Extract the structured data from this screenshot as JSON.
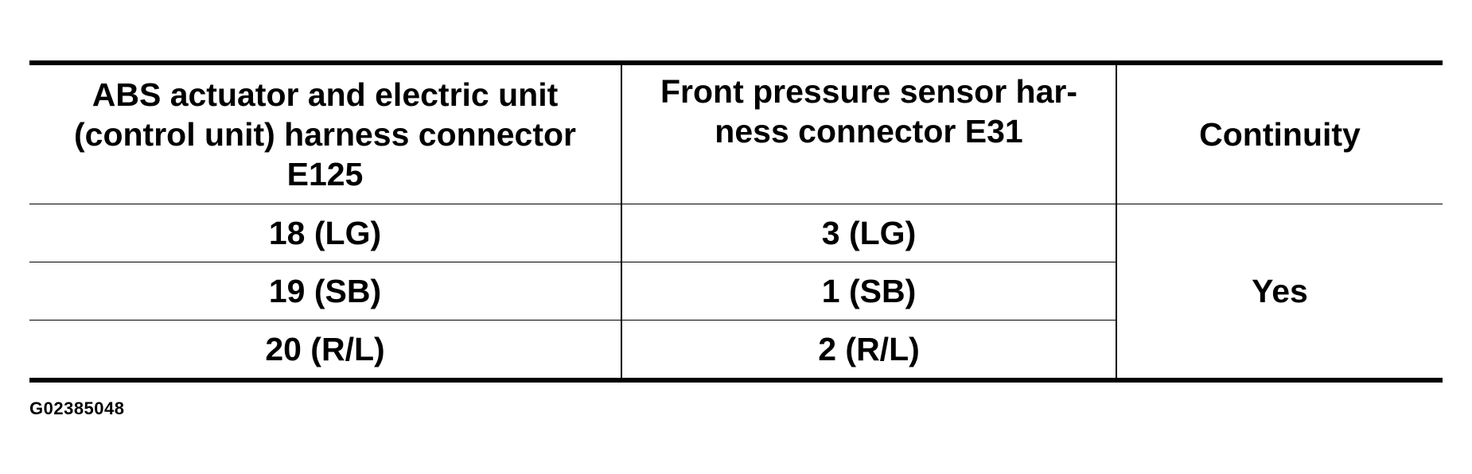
{
  "table": {
    "headers": [
      "ABS actuator and electric unit (control unit) harness connector E125",
      "Front pressure sensor har-ness connector E31",
      "Continuity"
    ],
    "header_lines": {
      "col1": [
        "ABS actuator and electric unit",
        "(control unit) harness connector",
        "E125"
      ],
      "col2": [
        "Front pressure sensor har-",
        "ness connector E31"
      ]
    },
    "rows": [
      {
        "e125": "18 (LG)",
        "e31": "3 (LG)"
      },
      {
        "e125": "19 (SB)",
        "e31": "1 (SB)"
      },
      {
        "e125": "20 (R/L)",
        "e31": "2 (R/L)"
      }
    ],
    "continuity": "Yes"
  },
  "figure_id": "G02385048"
}
